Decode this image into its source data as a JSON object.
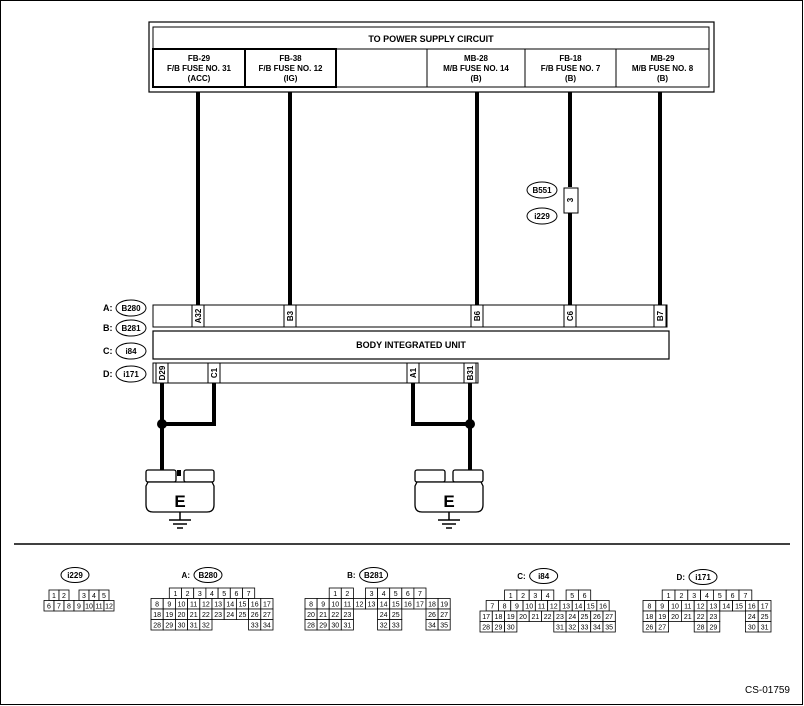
{
  "power_supply": {
    "title": "TO POWER SUPPLY CIRCUIT",
    "fuses": [
      {
        "l1": "FB-29",
        "l2": "F/B FUSE NO. 31",
        "l3": "(ACC)"
      },
      {
        "l1": "FB-38",
        "l2": "F/B FUSE NO. 12",
        "l3": "(IG)"
      },
      {
        "l1": "",
        "l2": "",
        "l3": ""
      },
      {
        "l1": "MB-28",
        "l2": "M/B FUSE NO. 14",
        "l3": "(B)"
      },
      {
        "l1": "FB-18",
        "l2": "F/B FUSE NO. 7",
        "l3": "(B)"
      },
      {
        "l1": "MB-29",
        "l2": "M/B FUSE NO. 8",
        "l3": "(B)"
      }
    ]
  },
  "connector_joint": {
    "tags": [
      "B551",
      "i229"
    ],
    "pin": "3"
  },
  "bcm": {
    "title": "BODY INTEGRATED UNIT",
    "connectors": [
      {
        "letter": "A:",
        "id": "B280"
      },
      {
        "letter": "B:",
        "id": "B281"
      },
      {
        "letter": "C:",
        "id": "i84"
      },
      {
        "letter": "D:",
        "id": "i171"
      }
    ],
    "top_pins": [
      "A32",
      "B3",
      "B6",
      "C6",
      "B7"
    ],
    "bottom_pins": [
      "D29",
      "C1",
      "A1",
      "B31"
    ]
  },
  "grounds": [
    "E",
    "E"
  ],
  "connector_views": [
    {
      "letter": "",
      "id": "i229",
      "rows": [
        [
          "1",
          "2",
          "",
          "3",
          "4",
          "5"
        ],
        [
          "6",
          "7",
          "8",
          "9",
          "10",
          "11",
          "12"
        ]
      ]
    },
    {
      "letter": "A:",
      "id": "B280",
      "rows": [
        [
          "1",
          "2",
          "3",
          "4",
          "5",
          "6",
          "7"
        ],
        [
          "8",
          "9",
          "10",
          "11",
          "12",
          "13",
          "14",
          "15",
          "16",
          "17"
        ],
        [
          "18",
          "19",
          "20",
          "21",
          "22",
          "23",
          "24",
          "25",
          "26",
          "27"
        ],
        [
          "28",
          "29",
          "30",
          "31",
          "32",
          "",
          "",
          "",
          "33",
          "34"
        ]
      ]
    },
    {
      "letter": "B:",
      "id": "B281",
      "rows": [
        [
          "1",
          "2",
          "",
          "3",
          "4",
          "5",
          "6",
          "7"
        ],
        [
          "8",
          "9",
          "10",
          "11",
          "12",
          "13",
          "14",
          "15",
          "16",
          "17",
          "18",
          "19"
        ],
        [
          "20",
          "21",
          "22",
          "23",
          "",
          "",
          "24",
          "25",
          "",
          "",
          "26",
          "27"
        ],
        [
          "28",
          "29",
          "30",
          "31",
          "",
          "",
          "32",
          "33",
          "",
          "",
          "34",
          "35"
        ]
      ]
    },
    {
      "letter": "C:",
      "id": "i84",
      "rows": [
        [
          "1",
          "2",
          "3",
          "4",
          "",
          "5",
          "6"
        ],
        [
          "7",
          "8",
          "9",
          "10",
          "11",
          "12",
          "13",
          "14",
          "15",
          "16"
        ],
        [
          "17",
          "18",
          "19",
          "20",
          "21",
          "22",
          "23",
          "24",
          "25",
          "26",
          "27"
        ],
        [
          "28",
          "29",
          "30",
          "",
          "",
          "",
          "31",
          "32",
          "33",
          "34",
          "35"
        ]
      ]
    },
    {
      "letter": "D:",
      "id": "i171",
      "rows": [
        [
          "1",
          "2",
          "3",
          "4",
          "5",
          "6",
          "7"
        ],
        [
          "8",
          "9",
          "10",
          "11",
          "12",
          "13",
          "14",
          "15",
          "16",
          "17"
        ],
        [
          "18",
          "19",
          "20",
          "21",
          "22",
          "23",
          "",
          "",
          "24",
          "25"
        ],
        [
          "26",
          "27",
          "",
          "",
          "28",
          "29",
          "",
          "",
          "30",
          "31"
        ]
      ]
    }
  ],
  "figure_code": "CS-01759"
}
